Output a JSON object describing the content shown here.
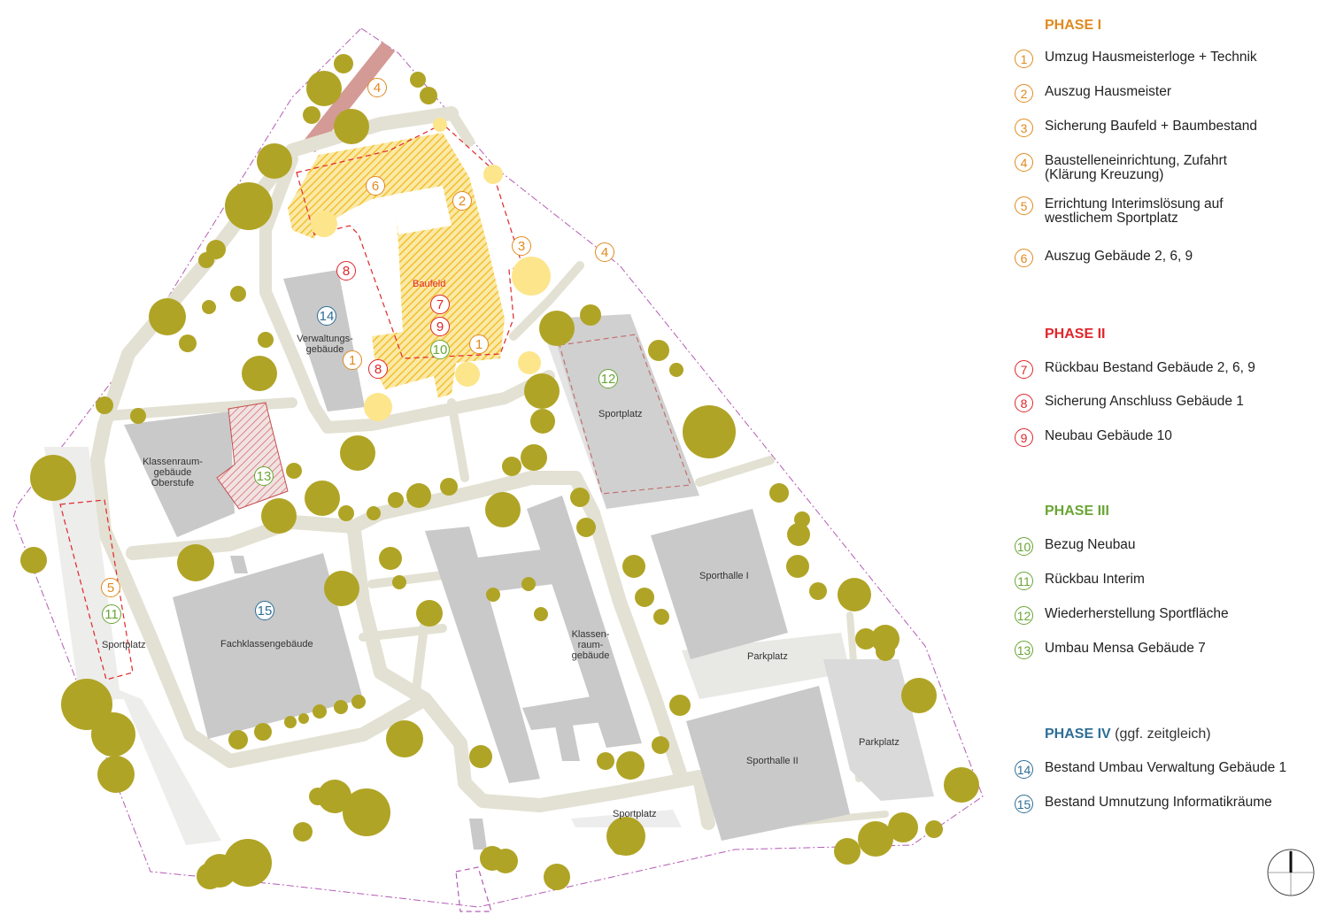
{
  "colors": {
    "phase1": "#e08a1e",
    "phase2": "#e0262b",
    "phase3": "#6aa534",
    "phase4": "#2d6e96",
    "tree": "#b0a426",
    "building": "#c9c9c9",
    "path": "#e3e1d3",
    "hatch": "#f6c935"
  },
  "map": {
    "labels": {
      "baufeld": "Baufeld",
      "verwaltung": "Verwaltungs-\ngebäude",
      "klassenraum_oberstufe": "Klassenraum-\ngebäude\nOberstufe",
      "sportplatz_west": "Sportplatz",
      "sportplatz_nord": "Sportplatz",
      "sportplatz_sued": "Sportplatz",
      "fachklassen": "Fachklassengebäude",
      "klassenraum": "Klassen-\nraum-\ngebäude",
      "sporthalle1": "Sporthalle I",
      "sporthalle2": "Sporthalle II",
      "parkplatz1": "Parkplatz",
      "parkplatz2": "Parkplatz"
    },
    "markers": [
      {
        "num": "4",
        "phase": "phase1"
      },
      {
        "num": "6",
        "phase": "phase1"
      },
      {
        "num": "2",
        "phase": "phase1"
      },
      {
        "num": "3",
        "phase": "phase1"
      },
      {
        "num": "4",
        "phase": "phase1"
      },
      {
        "num": "8",
        "phase": "phase2"
      },
      {
        "num": "14",
        "phase": "phase4"
      },
      {
        "num": "7",
        "phase": "phase2"
      },
      {
        "num": "9",
        "phase": "phase2"
      },
      {
        "num": "10",
        "phase": "phase3"
      },
      {
        "num": "1",
        "phase": "phase1"
      },
      {
        "num": "1",
        "phase": "phase1"
      },
      {
        "num": "8",
        "phase": "phase2"
      },
      {
        "num": "12",
        "phase": "phase3"
      },
      {
        "num": "13",
        "phase": "phase3"
      },
      {
        "num": "5",
        "phase": "phase1"
      },
      {
        "num": "11",
        "phase": "phase3"
      },
      {
        "num": "15",
        "phase": "phase4"
      }
    ]
  },
  "legend": {
    "phases": [
      {
        "title": "PHASE I",
        "note": "",
        "color": "#e08a1e",
        "items": [
          {
            "num": "1",
            "text": "Umzug Hausmeisterloge + Technik"
          },
          {
            "num": "2",
            "text": "Auszug Hausmeister"
          },
          {
            "num": "3",
            "text": "Sicherung Baufeld + Baumbestand"
          },
          {
            "num": "4",
            "text": "Baustelleneinrichtung, Zufahrt\n(Klärung Kreuzung)"
          },
          {
            "num": "5",
            "text": "Errichtung Interimslösung auf\nwestlichem Sportplatz"
          },
          {
            "num": "6",
            "text": "Auszug Gebäude 2, 6, 9"
          }
        ]
      },
      {
        "title": "PHASE II",
        "note": "",
        "color": "#e0262b",
        "items": [
          {
            "num": "7",
            "text": "Rückbau Bestand Gebäude 2, 6, 9"
          },
          {
            "num": "8",
            "text": "Sicherung Anschluss Gebäude 1"
          },
          {
            "num": "9",
            "text": "Neubau Gebäude 10"
          }
        ]
      },
      {
        "title": "PHASE III",
        "note": "",
        "color": "#6aa534",
        "items": [
          {
            "num": "10",
            "text": "Bezug Neubau"
          },
          {
            "num": "11",
            "text": "Rückbau Interim"
          },
          {
            "num": "12",
            "text": "Wiederherstellung Sportfläche"
          },
          {
            "num": "13",
            "text": "Umbau Mensa Gebäude 7"
          }
        ]
      },
      {
        "title": "PHASE IV",
        "note": "(ggf. zeitgleich)",
        "color": "#2d6e96",
        "items": [
          {
            "num": "14",
            "text": "Bestand Umbau Verwaltung Gebäude 1"
          },
          {
            "num": "15",
            "text": "Bestand Umnutzung Informatikräume"
          }
        ]
      }
    ]
  }
}
